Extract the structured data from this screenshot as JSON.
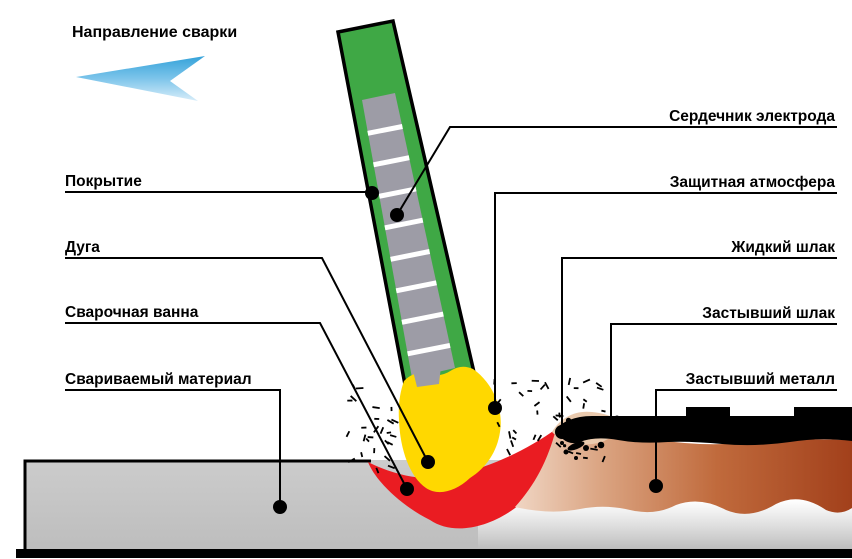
{
  "labels": {
    "direction": "Направление сварки",
    "left": [
      {
        "id": "pokrytie",
        "text": "Покрытие"
      },
      {
        "id": "duga",
        "text": "Дуга"
      },
      {
        "id": "svarochnaya-vanna",
        "text": "Сварочная ванна"
      },
      {
        "id": "svarivaemyj-material",
        "text": "Свариваемый материал"
      }
    ],
    "right": [
      {
        "id": "serdechnik-elektroda",
        "text": "Сердечник электрода"
      },
      {
        "id": "zashchitnaya-atmosfera",
        "text": "Защитная атмосфера"
      },
      {
        "id": "zhidkij-shlak",
        "text": "Жидкий шлак"
      },
      {
        "id": "zastyvshij-shlak",
        "text": "Застывший шлак"
      },
      {
        "id": "zastyvshij-metall",
        "text": "Застывший металл"
      }
    ]
  },
  "colors": {
    "electrode_coating_green": "#3FA845",
    "electrode_core_gray": "#9D9CA6",
    "core_stripe_white": "#FFFFFF",
    "molten_drop_yellow": "#FFD800",
    "weld_pool_red": "#EA1C22",
    "solidified_metal_dark": "#A2401B",
    "solidified_metal_light": "#F0D6C4",
    "slag_black": "#000000",
    "base_material_gray": "#C7C7C7",
    "arrow_blue": "#2E9FD8",
    "leader_line_black": "#000000"
  }
}
